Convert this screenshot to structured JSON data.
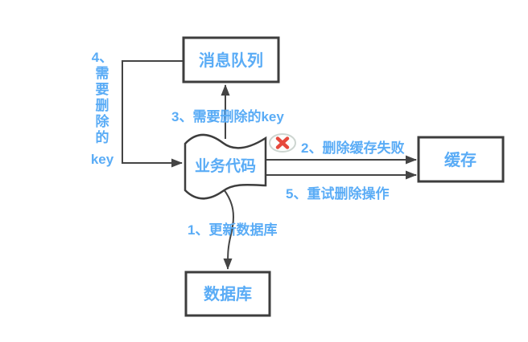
{
  "diagram": {
    "description": "Cache delete-retry flow with message queue",
    "colors": {
      "accent_blue": "#5aacf6",
      "line_dark": "#444444",
      "node_border": "#3d3d3d",
      "error_red": "#e6493d",
      "error_badge_border": "#cdd5d0",
      "background": "#ffffff"
    },
    "nodes": {
      "message_queue": {
        "label": "消息队列"
      },
      "business_code": {
        "label": "业务代码"
      },
      "cache": {
        "label": "缓存"
      },
      "database": {
        "label": "数据库"
      }
    },
    "edges": {
      "step1": {
        "label": "1、更新数据库"
      },
      "step2": {
        "label": "2、删除缓存失败"
      },
      "step3": {
        "label": "3、需要删除的key"
      },
      "step4": {
        "label": "4、需要删除的key",
        "lines": [
          "4、",
          "需",
          "要",
          "删",
          "除",
          "的",
          "key"
        ]
      },
      "step5": {
        "label": "5、重试删除操作"
      }
    },
    "icons": {
      "error": "x-circle-icon"
    }
  }
}
